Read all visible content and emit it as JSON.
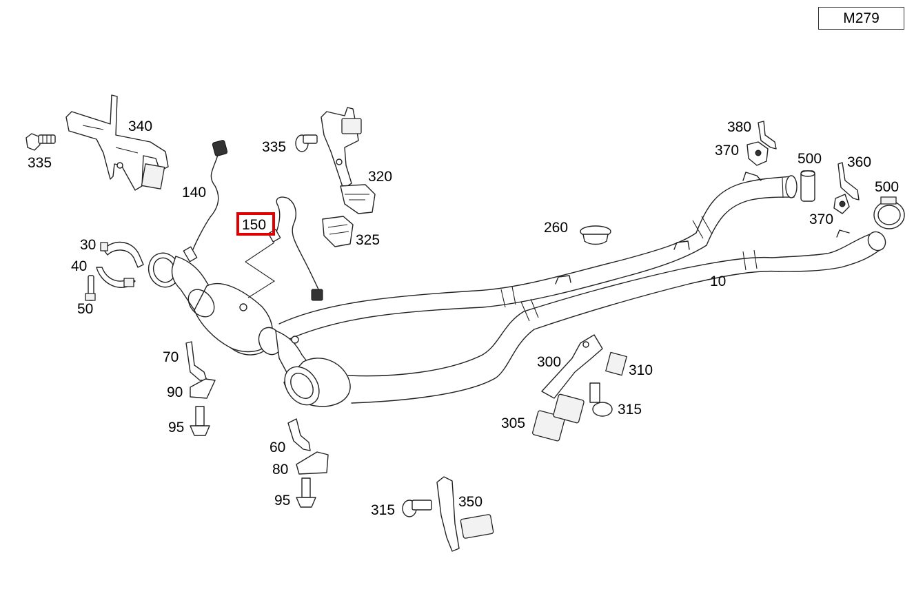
{
  "engine_code": "M279",
  "highlighted_label": "150",
  "labels": [
    {
      "id": "335-a",
      "text": "335"
    },
    {
      "id": "340",
      "text": "340"
    },
    {
      "id": "140",
      "text": "140"
    },
    {
      "id": "150",
      "text": "150"
    },
    {
      "id": "335-b",
      "text": "335"
    },
    {
      "id": "320",
      "text": "320"
    },
    {
      "id": "325",
      "text": "325"
    },
    {
      "id": "30",
      "text": "30"
    },
    {
      "id": "40",
      "text": "40"
    },
    {
      "id": "50",
      "text": "50"
    },
    {
      "id": "260",
      "text": "260"
    },
    {
      "id": "380",
      "text": "380"
    },
    {
      "id": "370-a",
      "text": "370"
    },
    {
      "id": "500-a",
      "text": "500"
    },
    {
      "id": "360",
      "text": "360"
    },
    {
      "id": "500-b",
      "text": "500"
    },
    {
      "id": "370-b",
      "text": "370"
    },
    {
      "id": "10",
      "text": "10"
    },
    {
      "id": "70",
      "text": "70"
    },
    {
      "id": "90",
      "text": "90"
    },
    {
      "id": "95-a",
      "text": "95"
    },
    {
      "id": "300",
      "text": "300"
    },
    {
      "id": "310",
      "text": "310"
    },
    {
      "id": "315-a",
      "text": "315"
    },
    {
      "id": "305",
      "text": "305"
    },
    {
      "id": "60",
      "text": "60"
    },
    {
      "id": "80",
      "text": "80"
    },
    {
      "id": "95-b",
      "text": "95"
    },
    {
      "id": "315-b",
      "text": "315"
    },
    {
      "id": "350",
      "text": "350"
    }
  ]
}
